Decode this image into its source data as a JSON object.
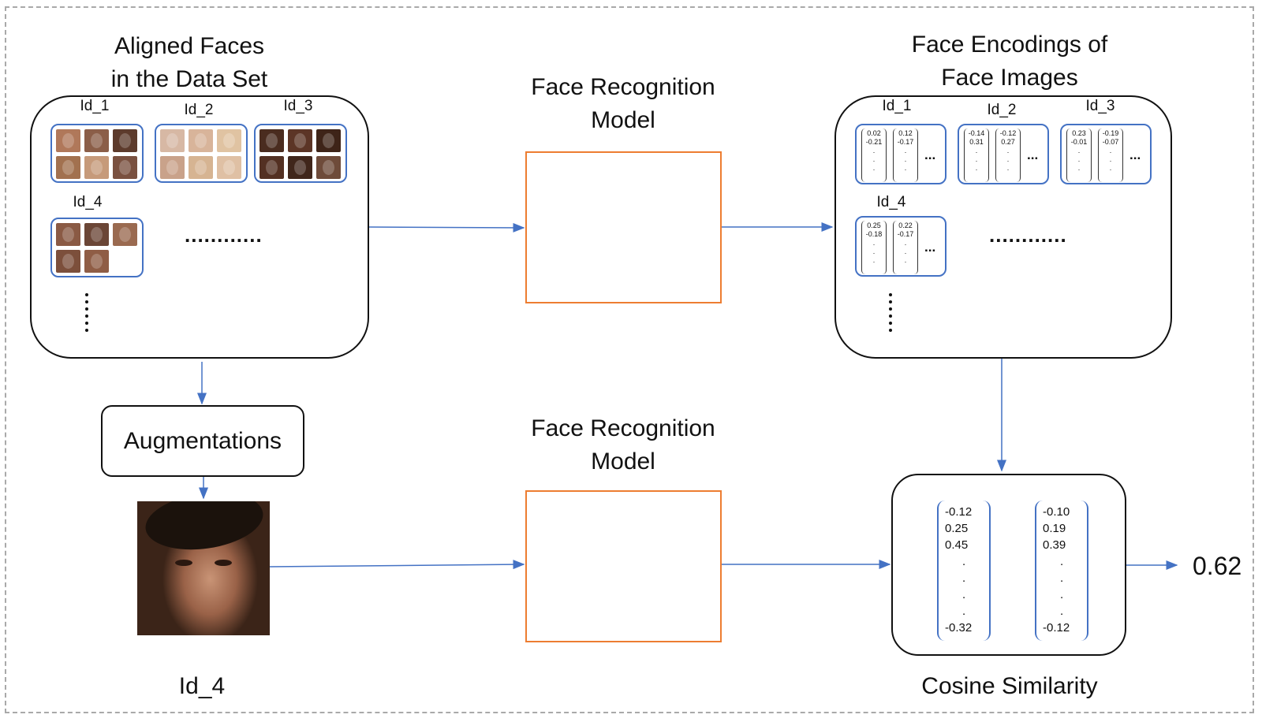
{
  "titles": {
    "aligned_faces": "Aligned Faces\nin the Data Set",
    "face_encodings": "Face Encodings of\nFace Images",
    "model_top": "Face Recognition\nModel",
    "model_bottom": "Face Recognition\nModel",
    "augmentations": "Augmentations",
    "cosine_similarity": "Cosine Similarity",
    "query_id": "Id_4",
    "result": "0.62"
  },
  "dataset": {
    "groups": [
      {
        "id": "Id_1",
        "faces": [
          "#b0785a",
          "#8b5e48",
          "#5d3b2c",
          "#a2714f",
          "#c69a7a",
          "#7a5140"
        ]
      },
      {
        "id": "Id_2",
        "faces": [
          "#d7b8a4",
          "#d8b49a",
          "#e0c3a2",
          "#c9a28a",
          "#d6b492",
          "#dfc0a4"
        ]
      },
      {
        "id": "Id_3",
        "faces": [
          "#4a2c1f",
          "#5c3526",
          "#3e2418",
          "#533022",
          "#40261b",
          "#6e4b3a"
        ]
      },
      {
        "id": "Id_4",
        "faces": [
          "#8a5a44",
          "#6b4636",
          "#9a6a50",
          "#7c4f3b",
          "#8f5d45"
        ]
      }
    ],
    "ellipsis": "............"
  },
  "encodings": {
    "groups": [
      {
        "id": "Id_1",
        "v1": [
          "0.02",
          "-0.21"
        ],
        "v2": [
          "0.12",
          "-0.17"
        ]
      },
      {
        "id": "Id_2",
        "v1": [
          "-0.14",
          "0.31"
        ],
        "v2": [
          "-0.12",
          "0.27"
        ]
      },
      {
        "id": "Id_3",
        "v1": [
          "0.23",
          "-0.01"
        ],
        "v2": [
          "-0.19",
          "-0.07"
        ]
      },
      {
        "id": "Id_4",
        "v1": [
          "0.25",
          "-0.18"
        ],
        "v2": [
          "0.22",
          "-0.17"
        ]
      }
    ],
    "more": "...",
    "ellipsis": "............"
  },
  "cosine": {
    "vec_a": [
      "-0.12",
      "0.25",
      "0.45",
      "-0.32"
    ],
    "vec_b": [
      "-0.10",
      "0.19",
      "0.39",
      "-0.12"
    ]
  },
  "colors": {
    "arrow": "#4472c4",
    "model_border": "#ed7d31",
    "frame": "#a9a9a9"
  }
}
